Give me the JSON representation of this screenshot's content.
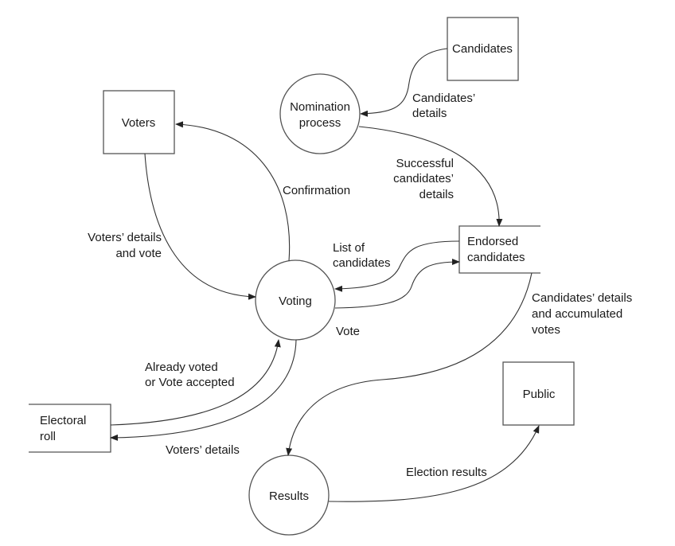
{
  "diagram": {
    "type": "data-flow-diagram",
    "entities": {
      "candidates": "Candidates",
      "voters": "Voters",
      "public": "Public"
    },
    "processes": {
      "nomination": [
        "Nomination",
        "process"
      ],
      "voting": "Voting",
      "results": "Results"
    },
    "stores": {
      "endorsed": [
        "Endorsed",
        "candidates"
      ],
      "electoral_roll": [
        "Electoral",
        "roll"
      ]
    },
    "flows": {
      "candidates_details": [
        "Candidates’",
        "details"
      ],
      "successful_details": [
        "Successful",
        "candidates’",
        "details"
      ],
      "confirmation": "Confirmation",
      "voters_details_vote": [
        "Voters’ details",
        "and vote"
      ],
      "list_of_candidates": [
        "List of",
        "candidates"
      ],
      "vote": "Vote",
      "accumulated": [
        "Candidates’ details",
        "and accumulated",
        "votes"
      ],
      "already_voted": [
        "Already voted",
        "or Vote accepted"
      ],
      "voters_details": "Voters’ details",
      "election_results": "Election results"
    }
  }
}
